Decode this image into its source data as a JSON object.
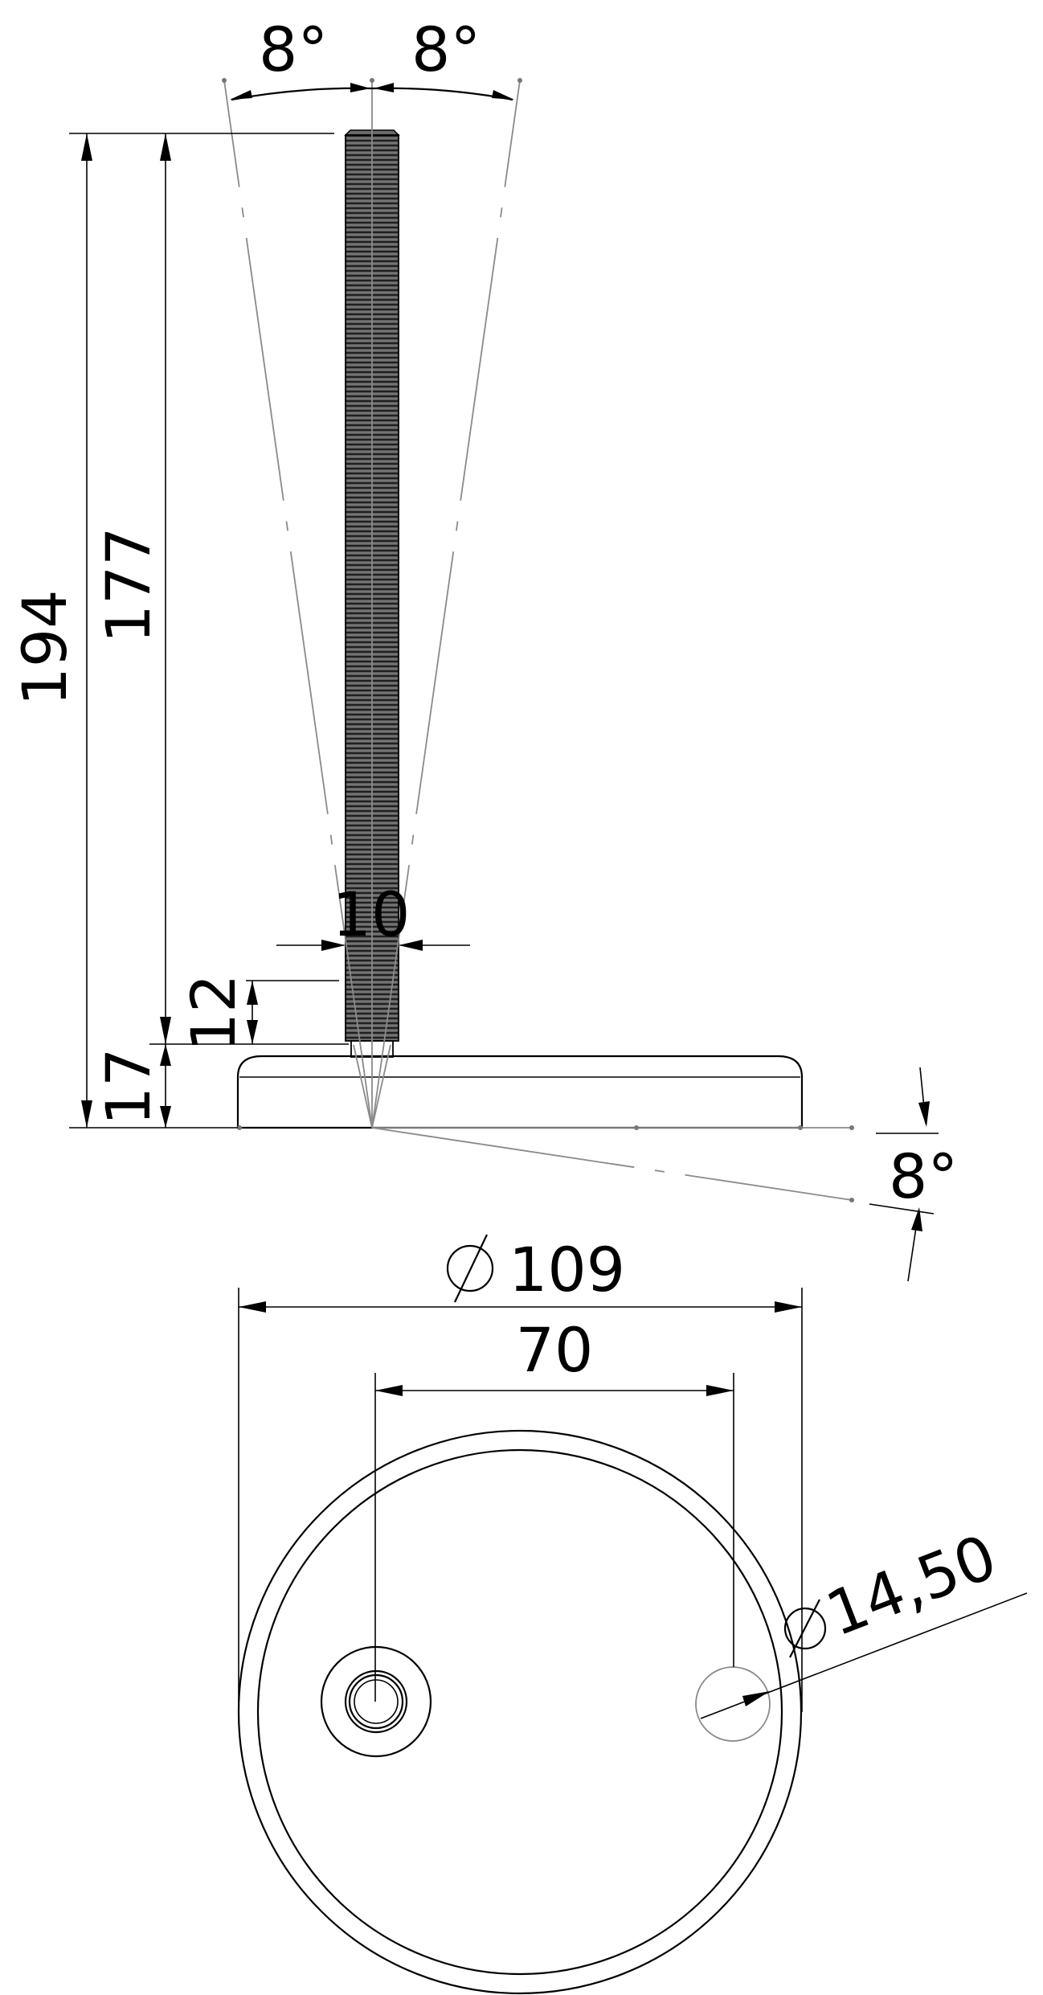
{
  "dimensions": {
    "angle_left": "8°",
    "angle_right": "8°",
    "total_height": "194",
    "stud_height": "177",
    "stud_diameter": "10",
    "shank_height": "12",
    "base_height": "17",
    "tilt_angle": "8°",
    "base_diameter": "109",
    "hole_spacing": "70",
    "hole_diameter": "14,50"
  }
}
